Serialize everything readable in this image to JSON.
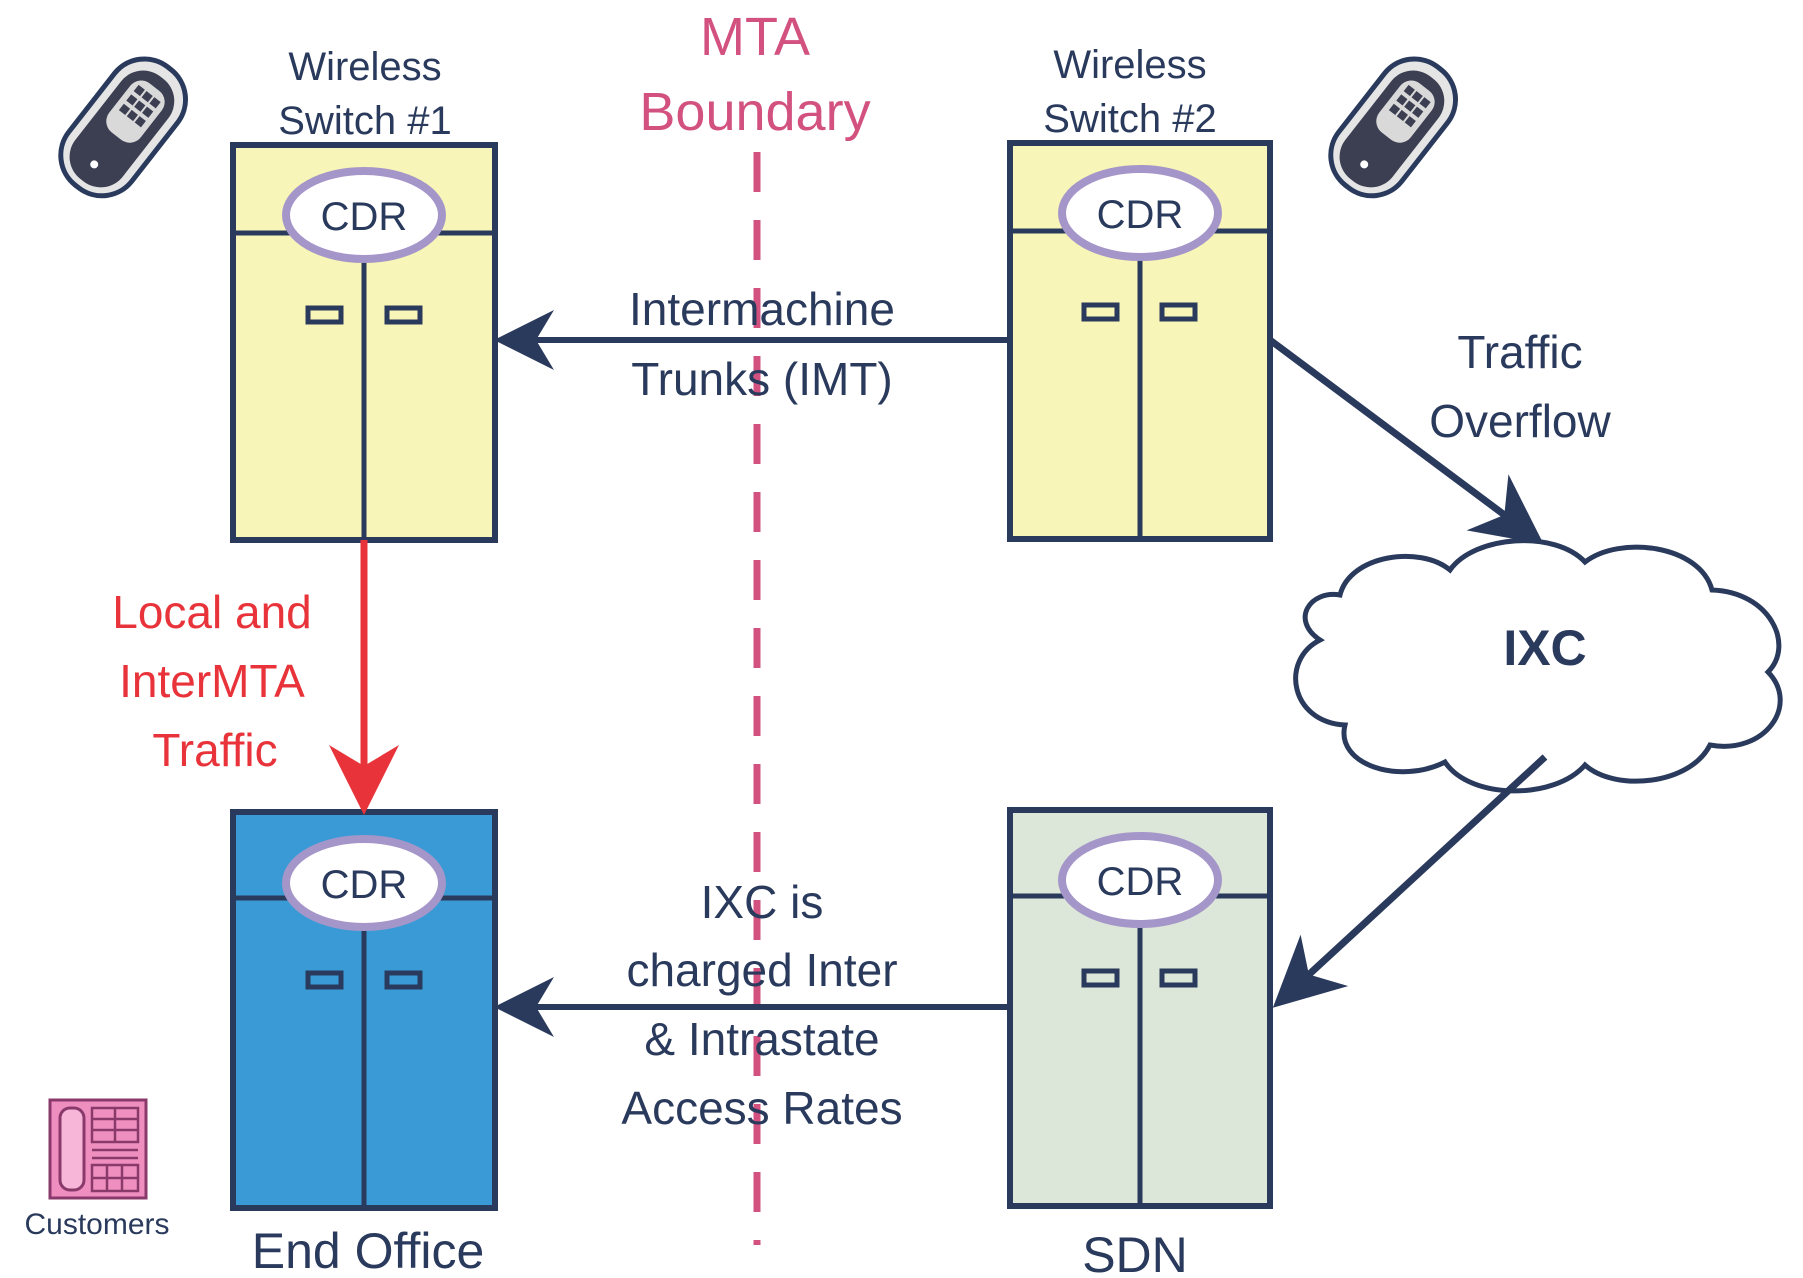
{
  "boundary": {
    "line1": "MTA",
    "line2": "Boundary"
  },
  "switches": {
    "ws1": {
      "label_line1": "Wireless",
      "label_line2": "Switch #1",
      "cdr": "CDR"
    },
    "ws2": {
      "label_line1": "Wireless",
      "label_line2": "Switch #2",
      "cdr": "CDR"
    },
    "end_office": {
      "label": "End Office",
      "cdr": "CDR"
    },
    "sdn": {
      "label": "SDN",
      "cdr": "CDR"
    }
  },
  "links": {
    "imt": {
      "line1": "Intermachine",
      "line2": "Trunks (IMT)"
    },
    "overflow": {
      "line1": "Traffic",
      "line2": "Overflow"
    },
    "local": {
      "line1": "Local and",
      "line2": "InterMTA",
      "line3": "Traffic"
    },
    "ixc_charge": {
      "line1": "IXC is",
      "line2": "charged Inter",
      "line3": "& Intrastate",
      "line4": "Access Rates"
    }
  },
  "cloud": {
    "label": "IXC"
  },
  "customers": {
    "label": "Customers"
  },
  "colors": {
    "ink": "#2a3a5c",
    "switch_yellow": "#f8f5b8",
    "end_office_blue": "#3a9ad6",
    "sdn_green": "#dce7d9",
    "cdr_ring": "#a596c9",
    "boundary_pink": "#d2517f",
    "local_red": "#e8333a",
    "phone_pink": "#ef8fc0"
  },
  "icons": [
    "cell-phone-icon",
    "desk-phone-icon",
    "cloud-icon"
  ]
}
